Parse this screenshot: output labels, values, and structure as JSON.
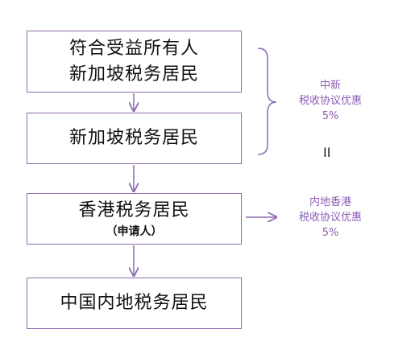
{
  "boxes": [
    {
      "line1": "符合受益所有人",
      "line2": "新加坡税务居民"
    },
    {
      "line1": "新加坡税务居民"
    },
    {
      "line1": "香港税务居民",
      "sub": "（申请人）"
    },
    {
      "line1": "中国内地税务居民"
    }
  ],
  "notes": [
    {
      "line1": "中新",
      "line2": "税收协议优惠",
      "line3": "5%"
    },
    {
      "line1": "内地香港",
      "line2": "税收协议优惠",
      "line3": "5%"
    }
  ],
  "equal_sign": "II",
  "colors": {
    "border": "#8e6bb0",
    "accent": "#8e5bb5"
  }
}
